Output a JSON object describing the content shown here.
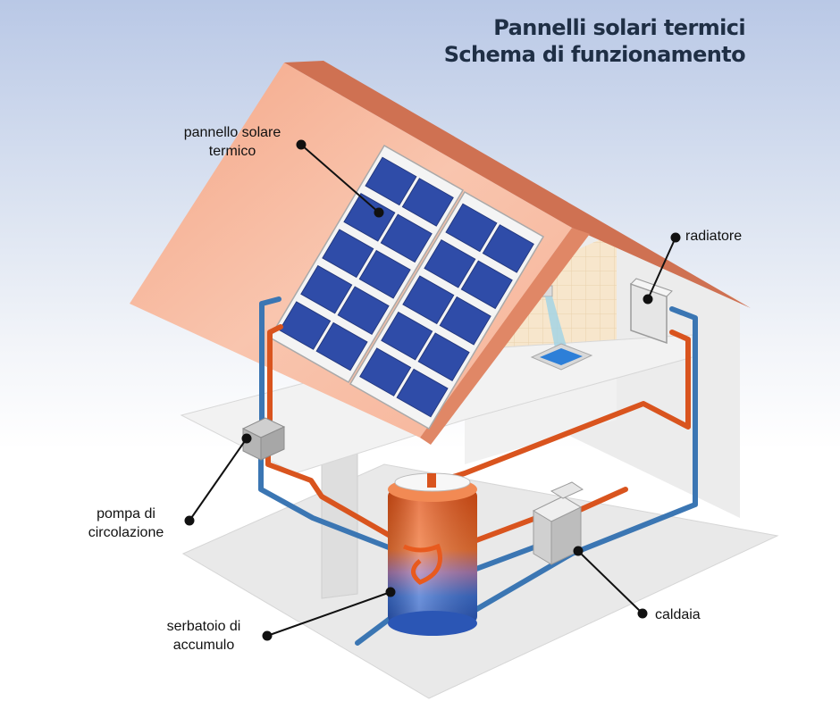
{
  "title": {
    "line1": "Pannelli solari termici",
    "line2": "Schema di funzionamento"
  },
  "labels": {
    "solar_panel": {
      "line1": "pannello solare",
      "line2": "termico"
    },
    "radiator": "radiatore",
    "pump": {
      "line1": "pompa di",
      "line2": "circolazione"
    },
    "tank": {
      "line1": "serbatoio di",
      "line2": "accumulo"
    },
    "boiler": "caldaia"
  },
  "colors": {
    "hot_pipe": "#d9541e",
    "cold_pipe": "#3b76b3",
    "panel_cell": "#2f4ca8",
    "roof": "#f5b59a",
    "roof_edge": "#c96a4a",
    "wall": "#e6e6e6",
    "tank_hot": "#e8581c",
    "tank_cold": "#2f64c4"
  }
}
